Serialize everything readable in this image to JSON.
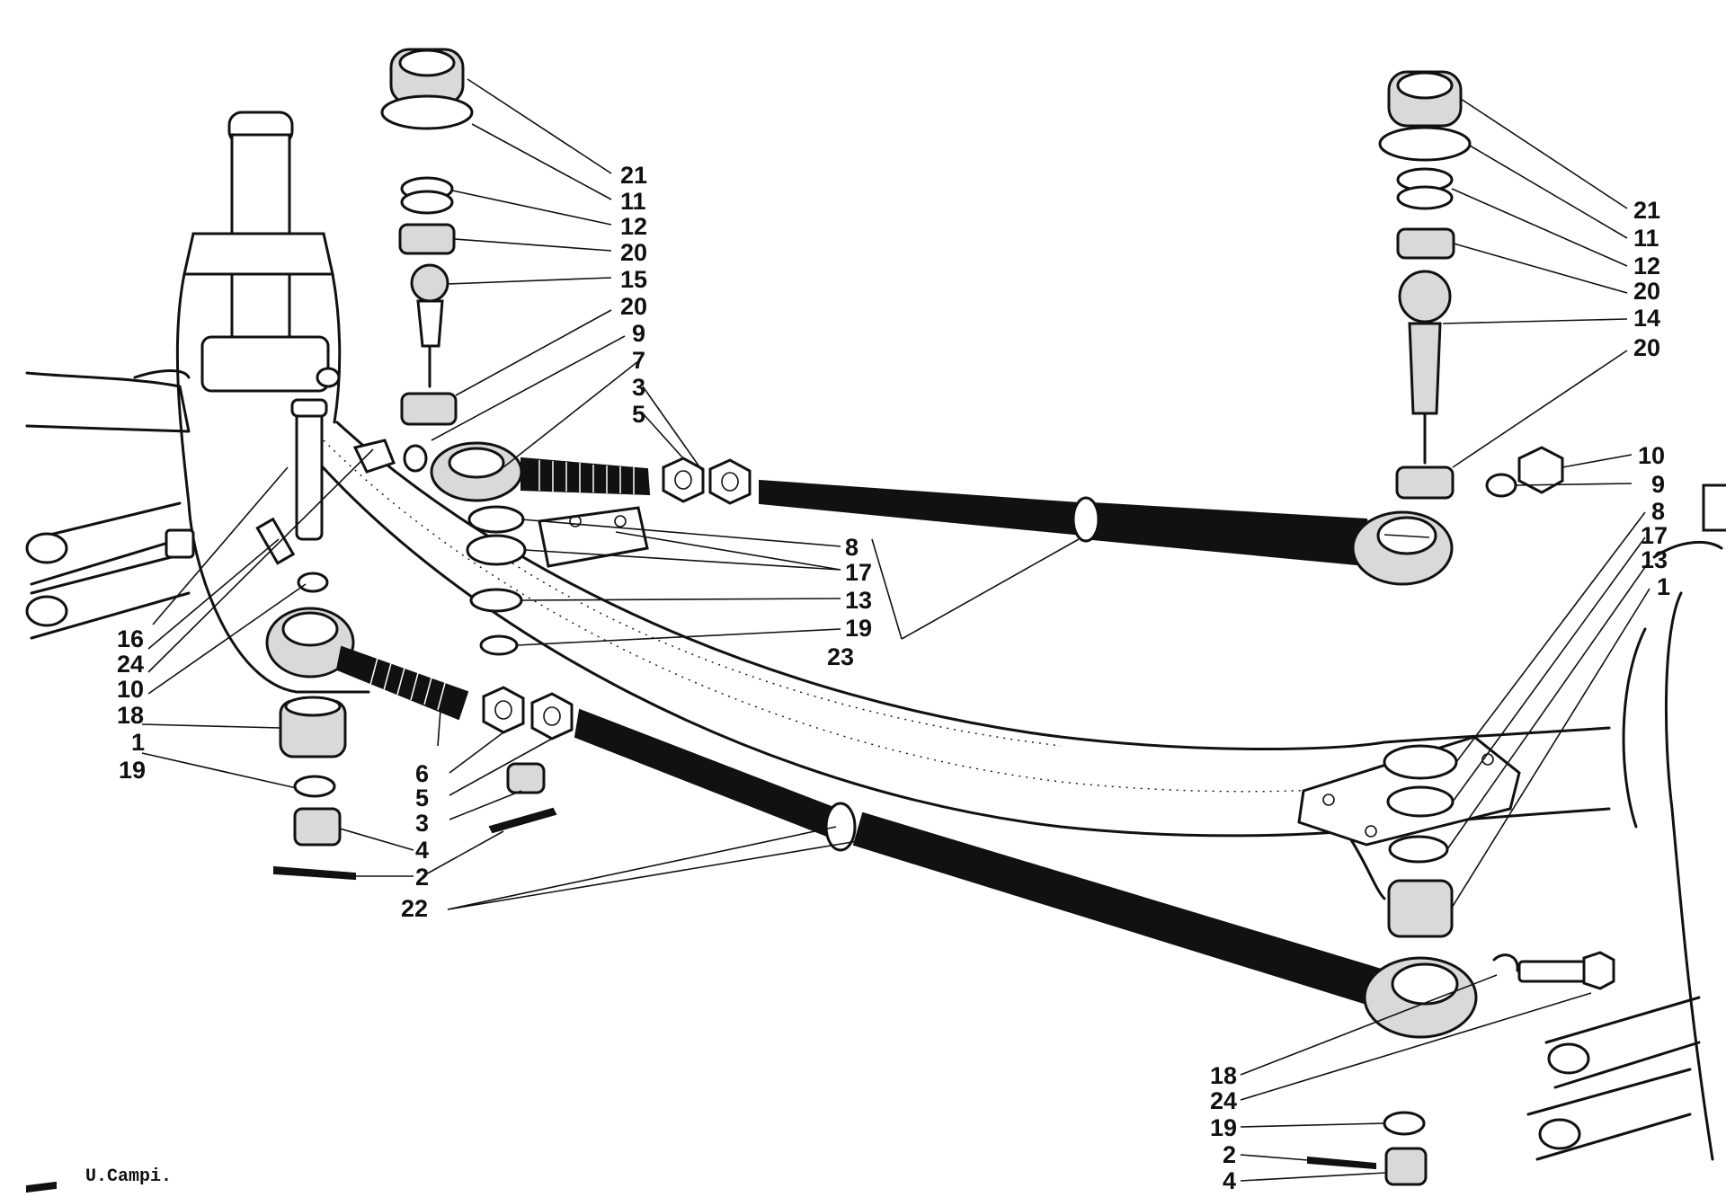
{
  "callouts": [
    {
      "id": "c21a",
      "label": "21"
    },
    {
      "id": "c11a",
      "label": "11"
    },
    {
      "id": "c12a",
      "label": "12"
    },
    {
      "id": "c20a",
      "label": "20"
    },
    {
      "id": "c15",
      "label": "15"
    },
    {
      "id": "c20b",
      "label": "20"
    },
    {
      "id": "c9a",
      "label": "9"
    },
    {
      "id": "c7",
      "label": "7"
    },
    {
      "id": "c3a",
      "label": "3"
    },
    {
      "id": "c5a",
      "label": "5"
    },
    {
      "id": "c8a",
      "label": "8"
    },
    {
      "id": "c17a",
      "label": "17"
    },
    {
      "id": "c13a",
      "label": "13"
    },
    {
      "id": "c19a",
      "label": "19"
    },
    {
      "id": "c23",
      "label": "23"
    },
    {
      "id": "c16",
      "label": "16"
    },
    {
      "id": "c24a",
      "label": "24"
    },
    {
      "id": "c10a",
      "label": "10"
    },
    {
      "id": "c18a",
      "label": "18"
    },
    {
      "id": "c1a",
      "label": "1"
    },
    {
      "id": "c19b",
      "label": "19"
    },
    {
      "id": "c6",
      "label": "6"
    },
    {
      "id": "c5b",
      "label": "5"
    },
    {
      "id": "c3b",
      "label": "3"
    },
    {
      "id": "c4a",
      "label": "4"
    },
    {
      "id": "c2a",
      "label": "2"
    },
    {
      "id": "c22",
      "label": "22"
    },
    {
      "id": "c21b",
      "label": "21"
    },
    {
      "id": "c11b",
      "label": "11"
    },
    {
      "id": "c12b",
      "label": "12"
    },
    {
      "id": "c20c",
      "label": "20"
    },
    {
      "id": "c14",
      "label": "14"
    },
    {
      "id": "c20d",
      "label": "20"
    },
    {
      "id": "c10b",
      "label": "10"
    },
    {
      "id": "c9b",
      "label": "9"
    },
    {
      "id": "c8b",
      "label": "8"
    },
    {
      "id": "c17b",
      "label": "17"
    },
    {
      "id": "c13b",
      "label": "13"
    },
    {
      "id": "c1b",
      "label": "1"
    },
    {
      "id": "c18b",
      "label": "18"
    },
    {
      "id": "c24b",
      "label": "24"
    },
    {
      "id": "c19c",
      "label": "19"
    },
    {
      "id": "c2b",
      "label": "2"
    },
    {
      "id": "c4b",
      "label": "4"
    }
  ],
  "signature": "U.Campi."
}
